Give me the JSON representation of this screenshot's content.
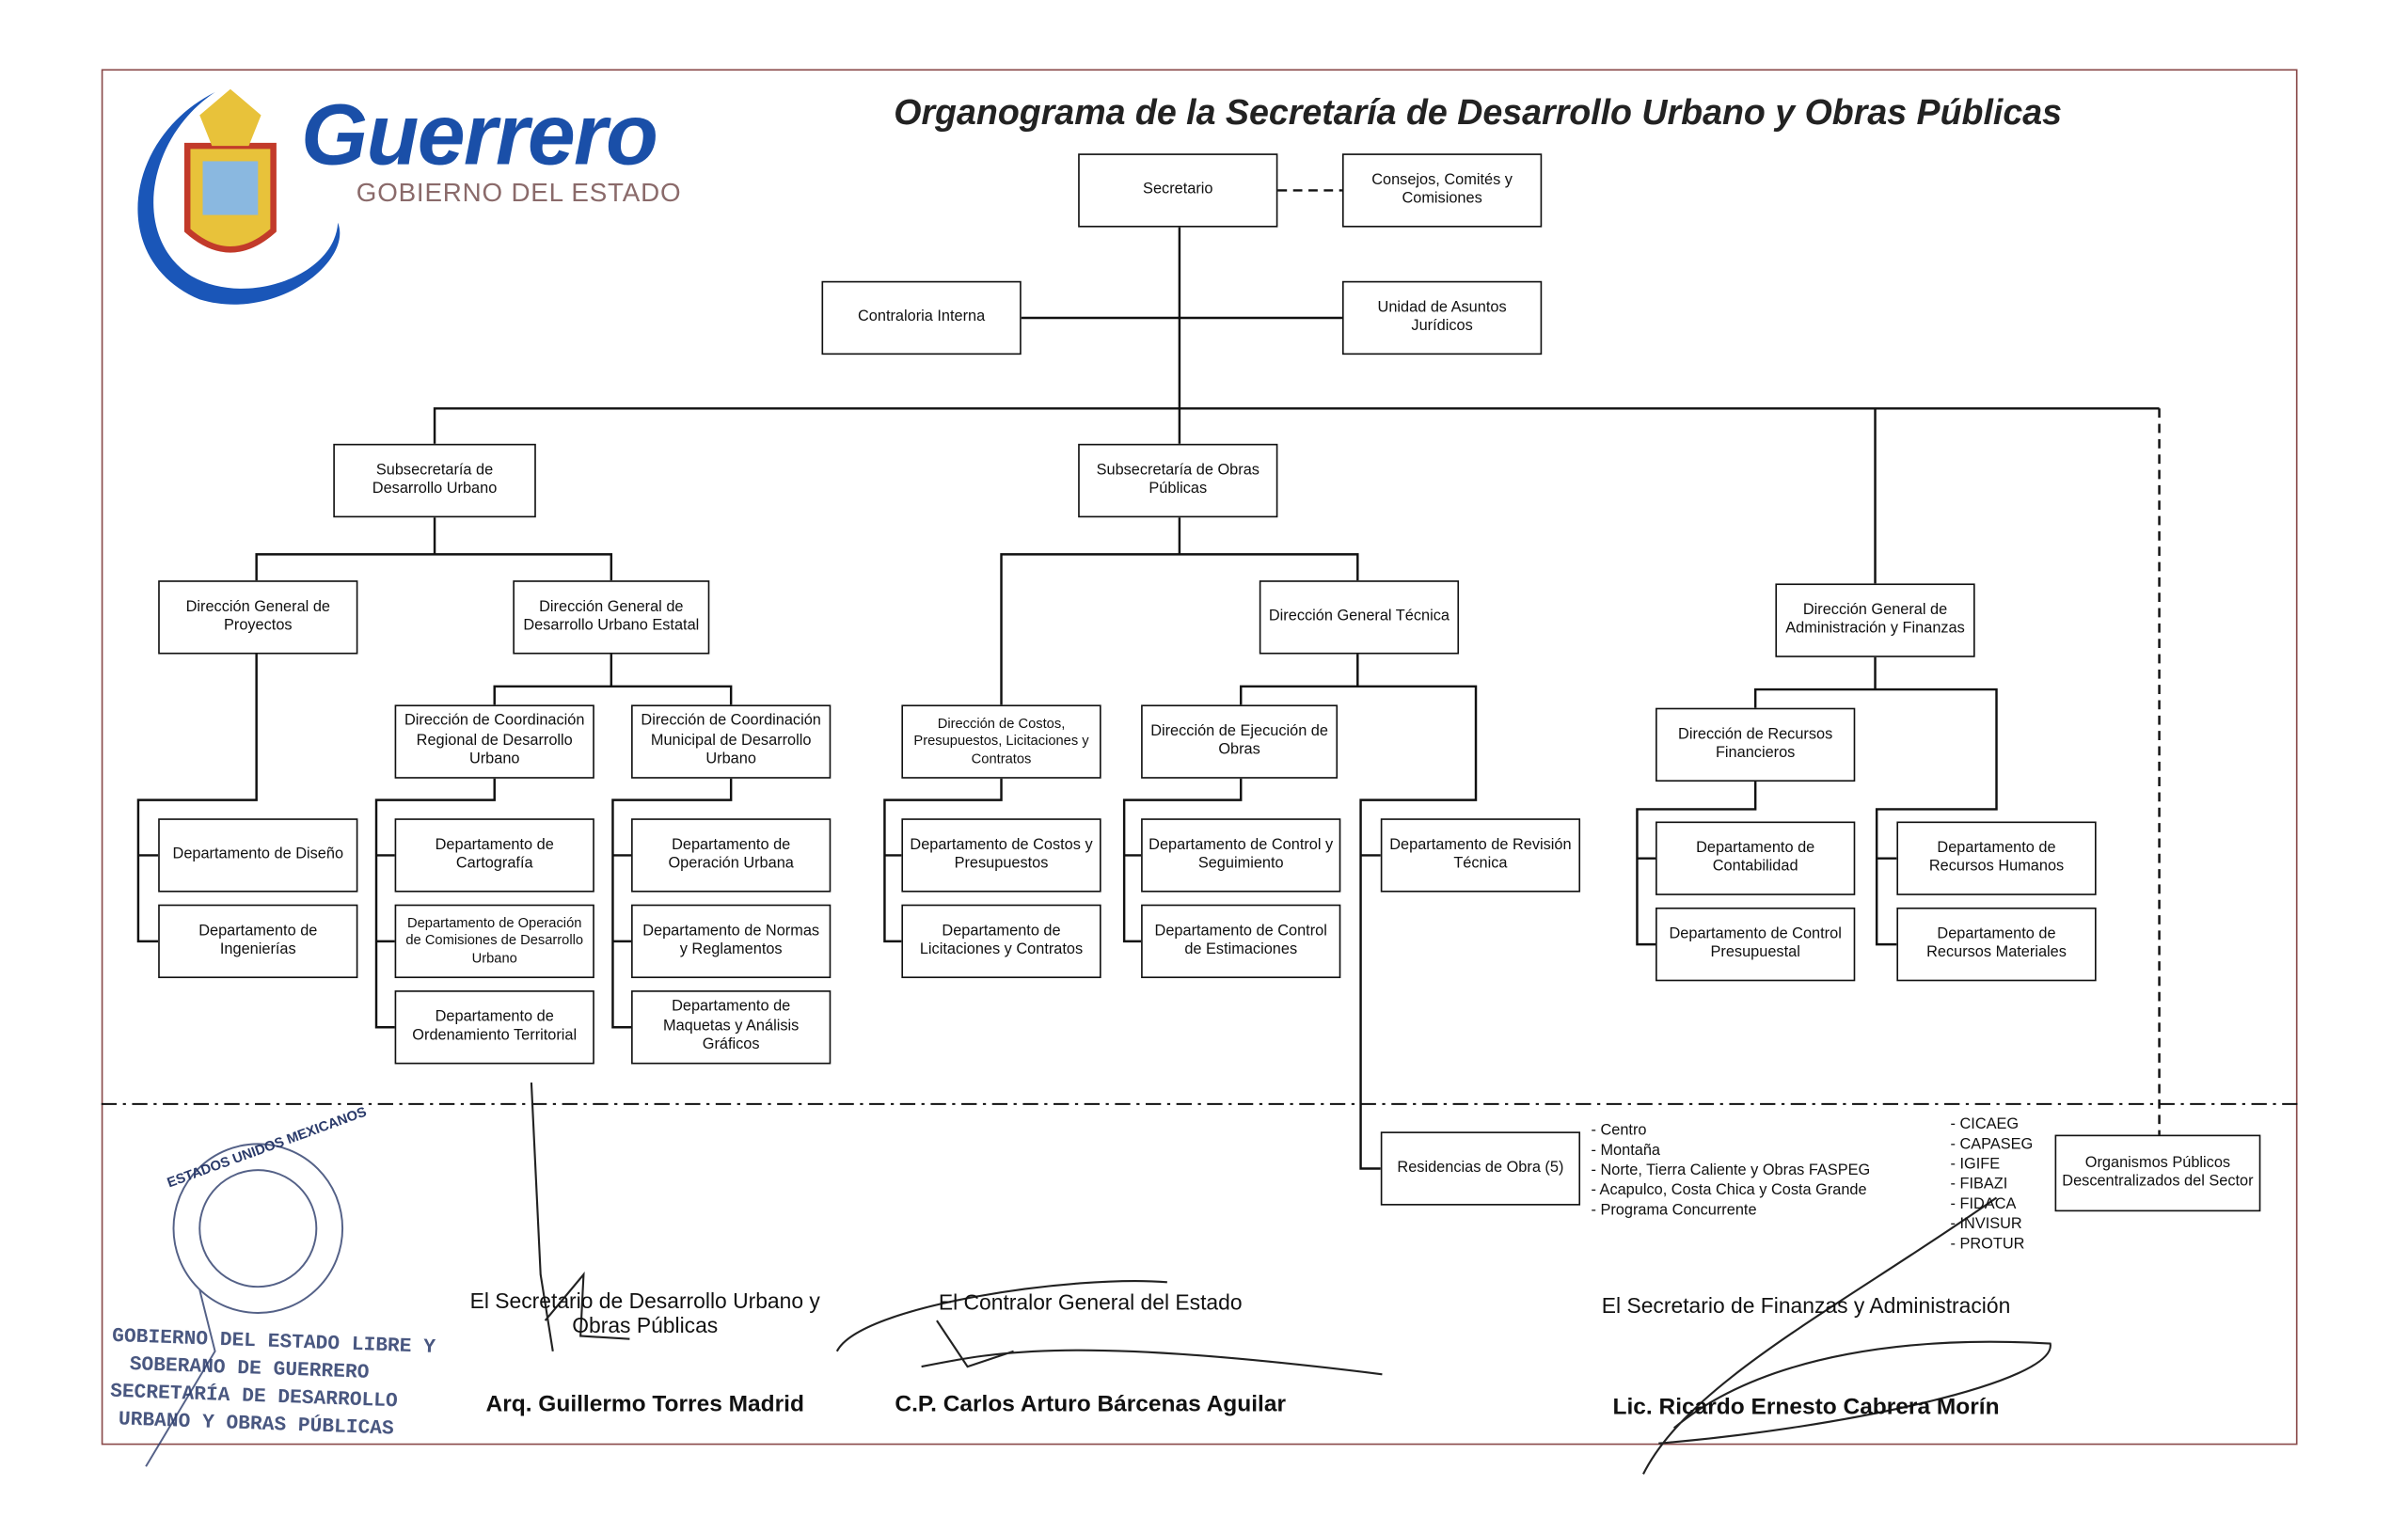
{
  "header": {
    "logo_word": "Guerrero",
    "logo_sub": "GOBIERNO DEL ESTADO",
    "title": "Organograma de la Secretaría de Desarrollo Urbano y Obras Públicas"
  },
  "boxes": {
    "secretario": "Secretario",
    "consejos": "Consejos, Comités y Comisiones",
    "contraloria": "Contraloria Interna",
    "unidad_juridicos": "Unidad de Asuntos Jurídicos",
    "sub_du": "Subsecretaría de Desarrollo Urbano",
    "sub_op": "Subsecretaría de Obras Públicas",
    "dg_proyectos": "Dirección General de Proyectos",
    "dg_du_estatal": "Dirección General de Desarrollo Urbano Estatal",
    "dg_tecnica": "Dirección General Técnica",
    "dg_admin": "Dirección General de Administración y Finanzas",
    "dc_regional": "Dirección de Coordinación Regional de Desarrollo Urbano",
    "dc_municipal": "Dirección de Coordinación Municipal de Desarrollo Urbano",
    "d_costos": "Dirección de Costos, Presupuestos, Licitaciones y Contratos",
    "d_ejecucion": "Dirección de Ejecución de Obras",
    "d_rec_fin": "Dirección de Recursos Financieros",
    "dep_diseno": "Departamento de Diseño",
    "dep_ingenierias": "Departamento de Ingenierías",
    "dep_cartografia": "Departamento de Cartografía",
    "dep_op_comisiones": "Departamento de Operación de Comisiones de Desarrollo Urbano",
    "dep_ordenamiento": "Departamento de Ordenamiento Territorial",
    "dep_op_urbana": "Departamento de Operación Urbana",
    "dep_normas": "Departamento de Normas y Reglamentos",
    "dep_maquetas": "Departamento de Maquetas y Análisis Gráficos",
    "dep_costos_pres": "Departamento de Costos y Presupuestos",
    "dep_licitaciones": "Departamento de Licitaciones y Contratos",
    "dep_control_seg": "Departamento de Control y Seguimiento",
    "dep_control_est": "Departamento de Control de Estimaciones",
    "dep_revision": "Departamento de Revisión Técnica",
    "dep_contabilidad": "Departamento de Contabilidad",
    "dep_control_pres": "Departamento de Control Presupuestal",
    "dep_rec_humanos": "Departamento de Recursos Humanos",
    "dep_rec_materiales": "Departamento de Recursos Materiales",
    "residencias": "Residencias de Obra (5)",
    "organismos": "Organismos Públicos Descentralizados del Sector"
  },
  "residencias_list": [
    "- Centro",
    "- Montaña",
    "- Norte, Tierra Caliente y Obras FASPEG",
    "- Acapulco, Costa Chica y Costa Grande",
    "- Programa Concurrente"
  ],
  "organismos_list": [
    "- CICAEG",
    "- CAPASEG",
    "- IGIFE",
    "- FIBAZI",
    "- FIDACA",
    "- INVISUR",
    "- PROTUR"
  ],
  "signatures": [
    {
      "role": "El Secretario de Desarrollo Urbano y Obras Públicas",
      "name": "Arq. Guillermo Torres Madrid"
    },
    {
      "role": "El Contralor General del Estado",
      "name": "C.P. Carlos Arturo Bárcenas Aguilar"
    },
    {
      "role": "El Secretario de Finanzas y Administración",
      "name": "Lic. Ricardo Ernesto Cabrera Morín"
    }
  ],
  "stamp": {
    "ring": "ESTADOS UNIDOS MEXICANOS",
    "lines": [
      "GOBIERNO DEL ESTADO LIBRE Y",
      "SOBERANO DE GUERRERO",
      "SECRETARÍA DE DESARROLLO",
      "URBANO Y OBRAS PÚBLICAS"
    ]
  }
}
